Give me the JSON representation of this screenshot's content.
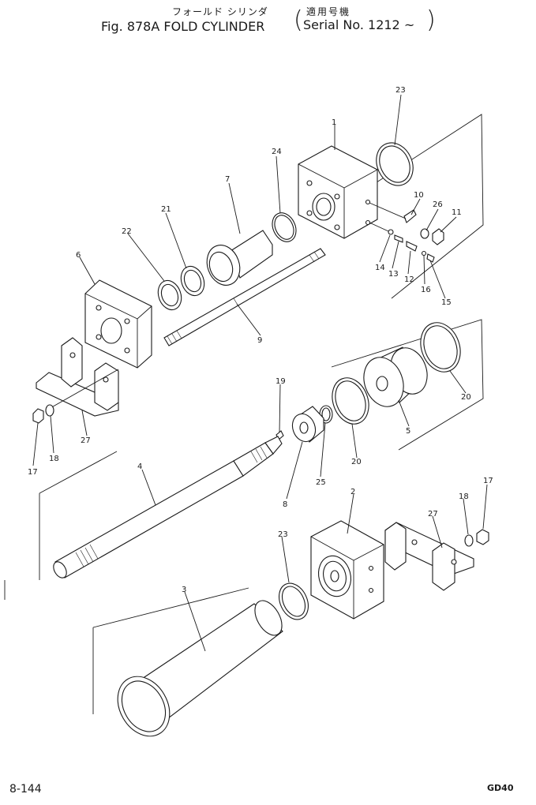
{
  "header": {
    "japanese_title": "フォールド シリンダ",
    "japanese_serial": "適用号機",
    "title": "Fig. 878A FOLD CYLINDER",
    "serial": "Serial No. 1212 ~"
  },
  "footer": {
    "page_number": "8-144",
    "model_code": "GD40"
  },
  "callouts": [
    "23",
    "1",
    "24",
    "10",
    "26",
    "11",
    "7",
    "21",
    "22",
    "6",
    "14",
    "13",
    "12",
    "16",
    "15",
    "9",
    "20",
    "19",
    "5",
    "27",
    "17",
    "18",
    "20",
    "25",
    "8",
    "4",
    "2",
    "18",
    "17",
    "27",
    "23",
    "3"
  ]
}
